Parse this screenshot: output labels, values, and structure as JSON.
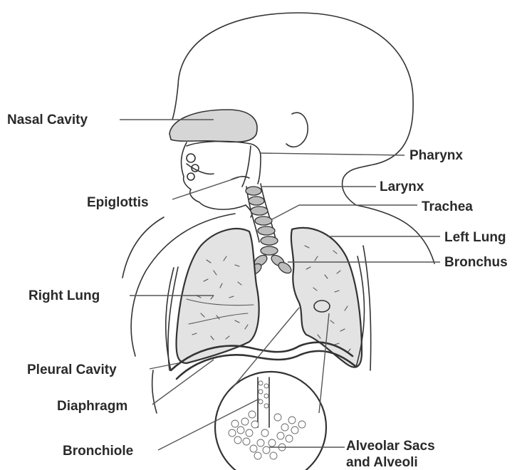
{
  "labels": {
    "nasal_cavity": "Nasal Cavity",
    "pharynx": "Pharynx",
    "larynx": "Larynx",
    "epiglottis": "Epiglottis",
    "trachea": "Trachea",
    "left_lung": "Left Lung",
    "bronchus": "Bronchus",
    "right_lung": "Right Lung",
    "pleural_cavity": "Pleural Cavity",
    "diaphragm": "Diaphragm",
    "bronchiole": "Bronchiole",
    "alveolar_sacs_line1": "Alveolar Sacs",
    "alveolar_sacs_line2": "and Alveoli"
  }
}
